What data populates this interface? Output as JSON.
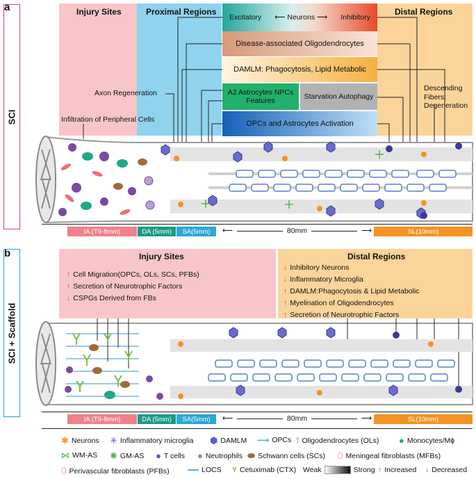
{
  "panel_a": {
    "letter": "a",
    "side_label": "SCI",
    "regions": {
      "injury": "Injury Sites",
      "proximal": "Proximal Regions",
      "distal": "Distal Regions"
    },
    "neuron_row": {
      "left": "Excitatory",
      "mid": "Neurons",
      "right": "Inhibitory"
    },
    "boxes": {
      "disease_olig": "Disease-associated Oligodendrocytes",
      "damlm": "DAMLM: Phagocytosis, Lipid Metabolic",
      "a2": "A2 Astrocytes NPCs Features",
      "starvation": "Starvation Autophagy",
      "opcs": "OPCs and Astrocytes Activation"
    },
    "labels": {
      "axon_regen": "Axon Regeneration",
      "infiltration": "Infiltration of Peripheral Cells",
      "descending": "Descending Fibers: Degeneration"
    },
    "scale": {
      "ia": "IA (T9-8mm)",
      "da": "DA (5mm)",
      "sa": "SA(5mm)",
      "dist": "80mm",
      "sl": "SL(10mm)"
    }
  },
  "panel_b": {
    "letter": "b",
    "side_label": "SCI + Scaffold",
    "injury_title": "Injury Sites",
    "distal_title": "Distal Regions",
    "injury_items": [
      {
        "dir": "up",
        "text": "Cell Migration(OPCs, OLs, SCs, PFBs)"
      },
      {
        "dir": "up",
        "text": "Secretion of Neurotrophic Factors"
      },
      {
        "dir": "down",
        "text": "CSPGs Derived from FBs"
      }
    ],
    "distal_items": [
      {
        "dir": "down",
        "text": "Inhibitory Neurons"
      },
      {
        "dir": "down",
        "text": "Inflammatory Microglia"
      },
      {
        "dir": "up",
        "text": "DAMLM:Phagocytosis & Lipid Metabolic"
      },
      {
        "dir": "up",
        "text": "Myelination of Oligodendrocytes"
      },
      {
        "dir": "up",
        "text": "Secretion of Neurotrophic Factors"
      }
    ],
    "scale": {
      "ia": "IA (T9-8mm)",
      "da": "DA (5mm)",
      "sa": "SA(5mm)",
      "dist": "80mm",
      "sl": "SL(10mm)"
    }
  },
  "legend": {
    "neurons": "Neurons",
    "microglia": "Inflammatory microglia",
    "damlm": "DAMLM",
    "opcs": "OPCs",
    "ols": "Oligodendrocytes (OLs)",
    "monocytes": "Monocytes/Mϕ",
    "wmas": "WM-AS",
    "gmas": "GM-AS",
    "tcells": "T cells",
    "neutrophils": "Neutrophils",
    "schwann": "Schwann cells (SCs)",
    "mfbs": "Meningeal fibroblasts (MFBs)",
    "pfbs": "Perivascular fibroblasts (PFBs)",
    "locs": "LOCS",
    "ctx": "Cetuximab (CTX)",
    "weak": "Weak",
    "strong": "Strong",
    "increased": "Increased",
    "decreased": "Decreased"
  },
  "colors": {
    "injury_bg": "#f8c6c8",
    "proximal_bg": "#8fd3ee",
    "distal_bg": "#fbd49a",
    "scale_pink": "#f0808a",
    "scale_green": "#1a9a8a",
    "scale_blue": "#2aa8d8",
    "scale_orange": "#f39322",
    "up_arrow": "#e0302c",
    "down_arrow": "#3a9a3a"
  }
}
